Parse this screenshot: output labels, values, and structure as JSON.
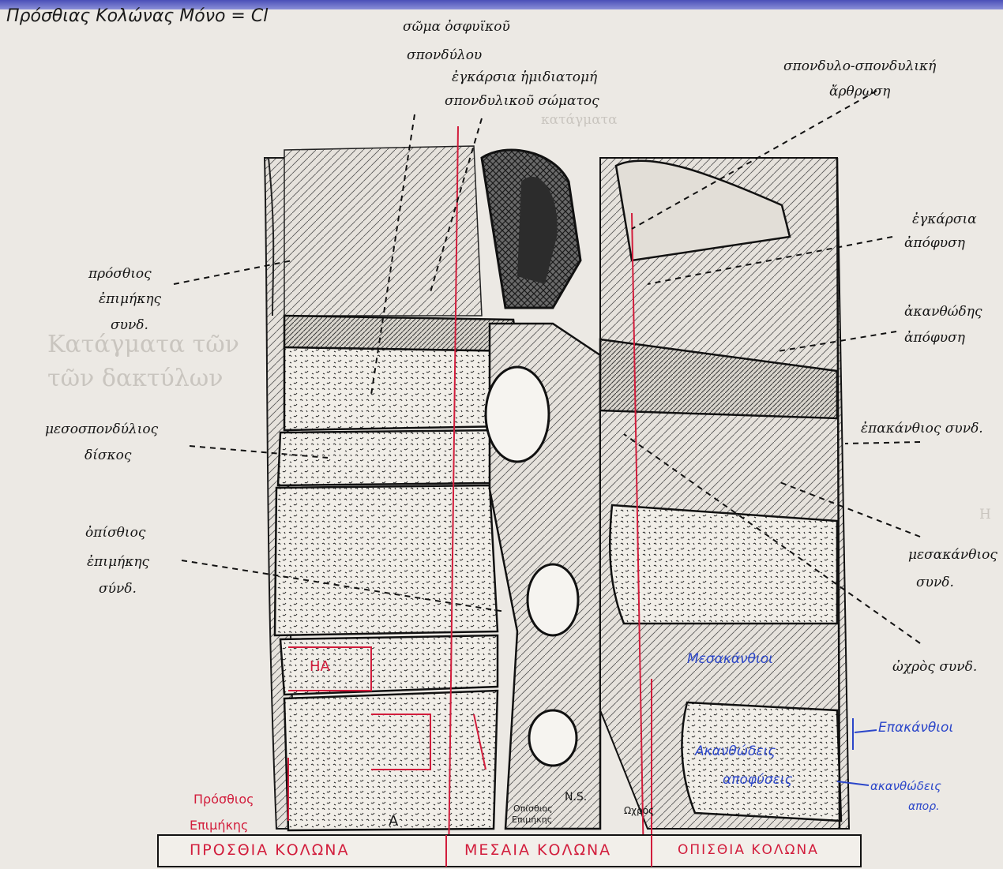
{
  "header_note": "Πρόσθιας Κολώνας Μόνο = Cl",
  "labels": {
    "soma_1": "σῶμα ὀσφυϊκοῦ",
    "soma_2": "σπονδύλου",
    "egkarsia_1": "ἐγκάρσια ἡμιδιατομή",
    "egkarsia_2": "σπονδυλικοῦ σώματος",
    "arthrosi_1": "σπονδυλο-σπονδυλική",
    "arthrosi_2": "ἄρθρωση",
    "apofysi_1": "ἐγκάρσια",
    "apofysi_2": "ἀπόφυση",
    "akanth_1": "ἀκανθώδης",
    "akanth_2": "ἀπόφυση",
    "epakanth": "ἐπακάνθιος συνδ.",
    "mesakanth_1": "μεσακάνθιος",
    "mesakanth_2": "συνδ.",
    "ochros": "ὠχρὸς συνδ.",
    "prosth_1": "πρόσθιος",
    "prosth_2": "ἐπιμήκης",
    "prosth_3": "συνδ.",
    "diskos_1": "μεσοσπονδύλιος",
    "diskos_2": "δίσκος",
    "opisth_1": "ὀπίσθιος",
    "opisth_2": "ἐπιμήκης",
    "opisth_3": "σύνδ."
  },
  "red_annotations": {
    "prosthios": "Πρόσθιος",
    "epimikis": "Επιμήκης",
    "ha": "ΗΑ",
    "col_anterior": "ΠΡΟΣΘΙΑ ΚΟΛΩΝΑ",
    "col_middle": "ΜΕΣΑΙΑ ΚΟΛΩΝΑ",
    "col_posterior": "ΟΠΙΣΘΙΑ ΚΟΛΩΝΑ"
  },
  "blue_annotations": {
    "mesakanthioi": "Μεσακάνθιοι",
    "epakanthioi": "Επακάνθιοι",
    "akanthodeis_1": "Ακανθώδεις",
    "akanthodeis_2": "αποφύσεις",
    "akanthodeis_short_1": "ακανθώδεις",
    "akanthodeis_short_2": "απορ."
  },
  "small_marks": {
    "ns": "N.S.",
    "opisth_small_1": "Οπίσθιος",
    "opisth_small_2": "Επιμήκης",
    "ochros_small": "Ωχρός",
    "a_mark": "A"
  },
  "colors": {
    "ink": "#151515",
    "red_pen": "#d21d3c",
    "blue_pen": "#2b46c9",
    "paper": "#ece9e4"
  }
}
